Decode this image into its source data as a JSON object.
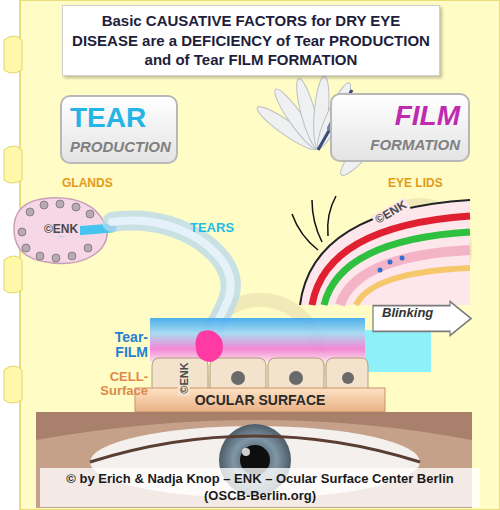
{
  "diagram": {
    "title": "Basic CAUSATIVE FACTORS for DRY EYE DISEASE are a DEFICIENCY of Tear PRODUCTION and of Tear FILM FORMATION",
    "caption": "© by Erich & Nadja Knop – ENK – Ocular Surface Center Berlin (OSCB-Berlin.org)",
    "nodes": [
      {
        "text": [
          "TEAR",
          "PRODUCTION"
        ]
      },
      {
        "text": [
          "FILM",
          "FORMATION"
        ]
      },
      {
        "text": [
          "Blinking"
        ]
      },
      {
        "text": [
          "OCULAR SURFACE"
        ]
      }
    ],
    "labels": [
      "GLANDS",
      "TEARS",
      "EYE LIDS",
      "Tear-FILM",
      "CELL-Surface",
      "©ENK",
      "©ENK",
      "©ENK"
    ]
  }
}
